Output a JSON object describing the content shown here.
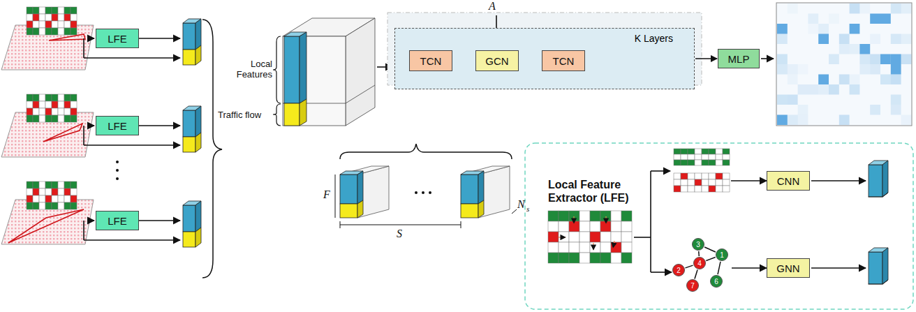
{
  "diagram": {
    "nodes": [
      {
        "text": [
          "LFE"
        ]
      },
      {
        "text": [
          "LFE"
        ]
      },
      {
        "text": [
          "LFE"
        ]
      },
      {
        "text": [
          "K Layers"
        ]
      },
      {
        "text": [
          "TCN"
        ],
        "in": 3
      },
      {
        "text": [
          "GCN"
        ],
        "in": 3
      },
      {
        "text": [
          "TCN"
        ],
        "in": 3
      },
      {
        "text": [
          "MLP"
        ]
      },
      {
        "text": [
          "Local Feature Extractor (LFE)"
        ]
      },
      {
        "text": [
          "CNN"
        ],
        "in": 8
      },
      {
        "text": [
          "3"
        ],
        "in": 8
      },
      {
        "text": [
          "1"
        ],
        "in": 8
      },
      {
        "text": [
          "4"
        ],
        "in": 8
      },
      {
        "text": [
          "2"
        ],
        "in": 8
      },
      {
        "text": [
          "7"
        ],
        "in": 8
      },
      {
        "text": [
          "6"
        ],
        "in": 8
      },
      {
        "text": [
          "GNN"
        ],
        "in": 8
      }
    ],
    "edges": [
      {
        "from": 4,
        "to": 5,
        "arrow": "to"
      },
      {
        "from": 5,
        "to": 6,
        "arrow": "to"
      },
      {
        "from": 3,
        "to": 7,
        "arrow": "to"
      },
      {
        "from": 10,
        "to": 11,
        "arrow": "none"
      },
      {
        "from": 10,
        "to": 12,
        "arrow": "none"
      },
      {
        "from": 12,
        "to": 11,
        "arrow": "none"
      },
      {
        "from": 12,
        "to": 13,
        "arrow": "none"
      },
      {
        "from": 12,
        "to": 14,
        "arrow": "none"
      },
      {
        "from": 11,
        "to": 15,
        "arrow": "none"
      }
    ],
    "labels": [
      "A",
      "Local Features",
      "Traffic flow",
      "F",
      "S",
      "N",
      "s"
    ]
  }
}
